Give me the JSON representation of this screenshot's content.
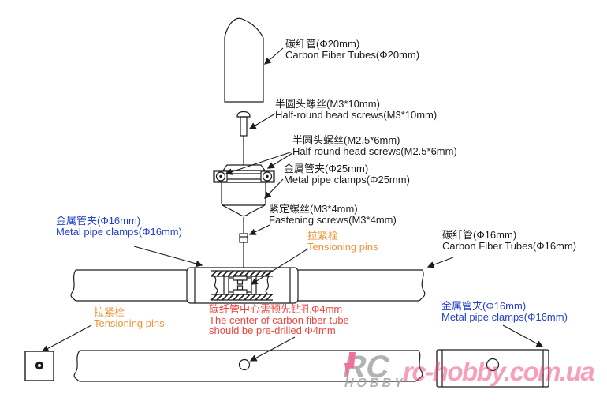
{
  "colors": {
    "line": "#1c1c1c",
    "label_black": "#1c1c1c",
    "label_blue": "#2340cc",
    "label_orange": "#f09236",
    "label_red": "#ee4541",
    "watermark_pink": "#ed3f74",
    "logo_gray": "#a5a5a5",
    "logo_bolt_pink": "#ee5b86"
  },
  "labels": {
    "carbon_tube_20": {
      "zh": "碳纤管(Φ20mm)",
      "en": "Carbon Fiber Tubes(Φ20mm)"
    },
    "screws_m3x10": {
      "zh": "半圆头螺丝(M3*10mm)",
      "en": "Half-round head screws(M3*10mm)"
    },
    "screws_m25x6": {
      "zh": "半圆头螺丝(M2.5*6mm)",
      "en": "Half-round head screws(M2.5*6mm)"
    },
    "clamp_25": {
      "zh": "金属管夹(Φ25mm)",
      "en": "Metal pipe clamps(Φ25mm)"
    },
    "fastening_screws": {
      "zh": "紧定螺丝(M3*4mm)",
      "en": "Fastening screws(M3*4mm)"
    },
    "clamp_16_left": {
      "zh": "金属管夹(Φ16mm)",
      "en": "Metal pipe clamps(Φ16mm)"
    },
    "tensioning_center": {
      "zh": "拉紧栓",
      "en": "Tensioning pins"
    },
    "carbon_tube_16": {
      "zh": "碳纤管(Φ16mm)",
      "en": "Carbon Fiber Tubes(Φ16mm)"
    },
    "tensioning_left": {
      "zh": "拉紧栓",
      "en": "Tensioning pins"
    },
    "predrill_note": {
      "zh": "碳纤管中心需预先钻孔Φ4mm",
      "en1": "The center of carbon fiber tube",
      "en2": "should be pre-drilled Φ4mm"
    },
    "clamp_16_right": {
      "zh": "金属管夹(Φ16mm)",
      "en": "Metal pipe clamps(Φ16mm)"
    }
  },
  "watermark": {
    "logo_letter_r": "R",
    "logo_letter_c": "C",
    "logo_sub": "HOBBY",
    "site": "rc-hobby.com.ua"
  }
}
